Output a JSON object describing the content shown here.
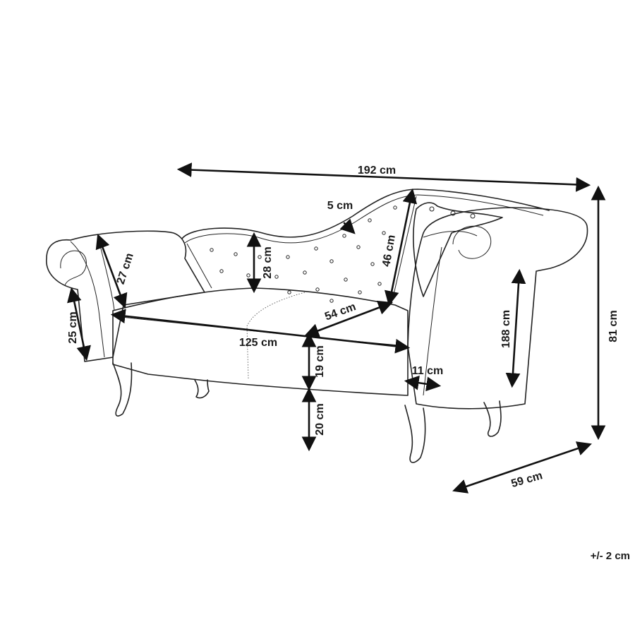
{
  "colors": {
    "line": "#222222",
    "text": "#1a1a1a",
    "background": "#ffffff"
  },
  "dimensions": {
    "total_length": "192 cm",
    "total_height": "81 cm",
    "depth": "59 cm",
    "backrest_thickness": "5 cm",
    "backrest_height_high": "46 cm",
    "backrest_height_low": "28 cm",
    "armrest_left_height": "27 cm",
    "armrest_left_side": "25 cm",
    "seat_width": "125 cm",
    "seat_depth": "54 cm",
    "seat_thickness": "19 cm",
    "leg_height": "20 cm",
    "armrest_width": "11 cm",
    "armrest_right_height": "188 cm"
  },
  "tolerance": "+/- 2 cm"
}
